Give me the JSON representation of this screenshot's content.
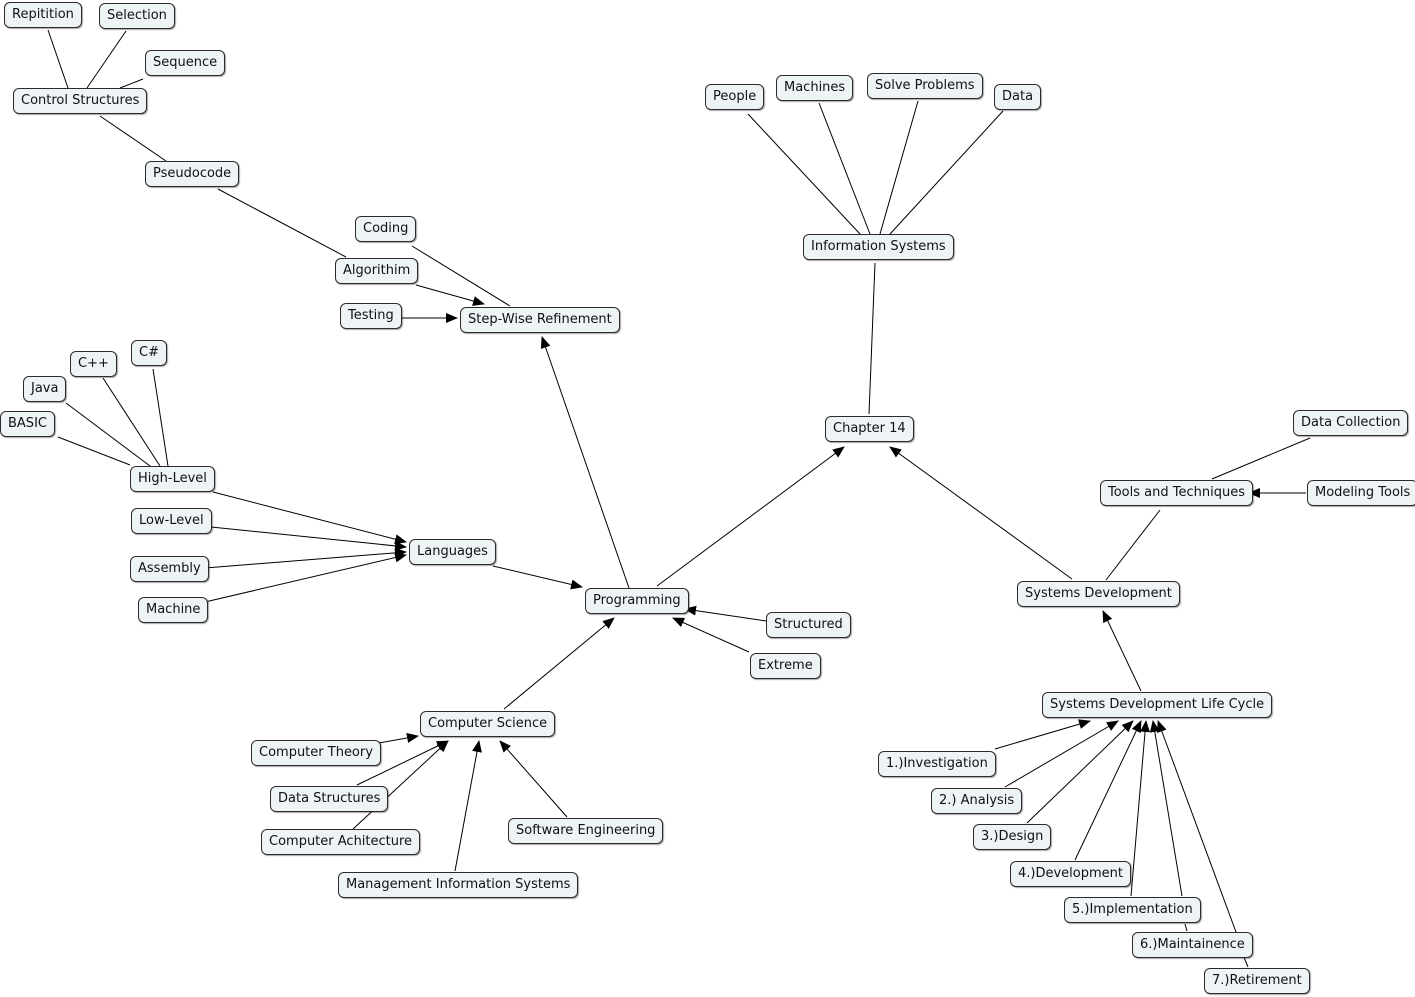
{
  "colors": {
    "node_fill": "#eef3f6",
    "node_border": "#2b2b2b",
    "line": "#000000"
  },
  "nodes": {
    "repitition": "Repitition",
    "selection": "Selection",
    "sequence": "Sequence",
    "control_structures": "Control Structures",
    "pseudocode": "Pseudocode",
    "coding": "Coding",
    "algorithim": "Algorithim",
    "testing": "Testing",
    "step_wise": "Step-Wise Refinement",
    "people": "People",
    "machines": "Machines",
    "solve_problems": "Solve Problems",
    "data": "Data",
    "information_systems": "Information Systems",
    "chapter14": "Chapter 14",
    "c_sharp": "C#",
    "c_plus_plus": "C++",
    "java": "Java",
    "basic": "BASIC",
    "high_level": "High-Level",
    "low_level": "Low-Level",
    "assembly": "Assembly",
    "machine": "Machine",
    "languages": "Languages",
    "programming": "Programming",
    "structured": "Structured",
    "extreme": "Extreme",
    "computer_science": "Computer Science",
    "computer_theory": "Computer Theory",
    "data_structures": "Data Structures",
    "computer_achitecture": "Computer Achitecture",
    "software_engineering": "Software Engineering",
    "mis": "Management Information Systems",
    "data_collection": "Data Collection",
    "tools_techniques": "Tools and Techniques",
    "modeling_tools": "Modeling Tools",
    "systems_development": "Systems Development",
    "sdlc": "Systems Development Life Cycle",
    "investigation": "1.)Investigation",
    "analysis": "2.) Analysis",
    "design": "3.)Design",
    "development": "4.)Development",
    "implementation": "5.)Implementation",
    "maintainence": "6.)Maintainence",
    "retirement": "7.)Retirement"
  }
}
